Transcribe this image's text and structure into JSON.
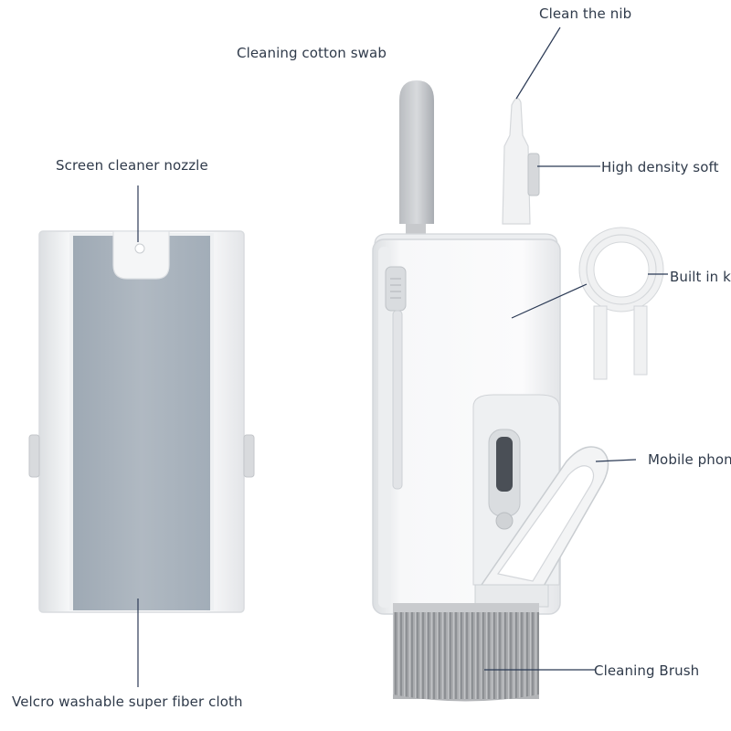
{
  "callouts": {
    "cotton_swab": "Cleaning cotton swab",
    "clean_nib": "Clean the nib",
    "high_density": "High density soft",
    "built_in": "Built in k",
    "mobile_phone": "Mobile phon",
    "cleaning_brush": "Cleaning Brush",
    "screen_nozzle": "Screen cleaner nozzle",
    "velcro_cloth": "Velcro washable super fiber cloth"
  },
  "colors": {
    "line": "#2b3a55",
    "body_white": "#f4f5f6",
    "cloth_gray": "#a9b3bd",
    "brush_gray": "#a6a8ab"
  }
}
